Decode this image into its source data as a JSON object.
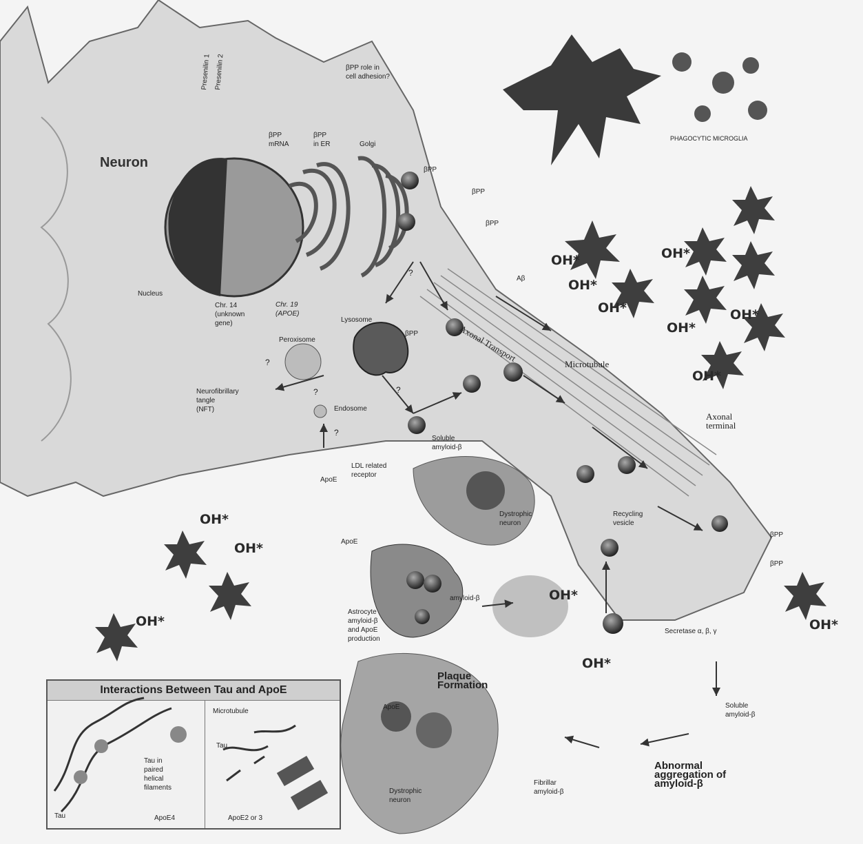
{
  "neuron": {
    "title": "Neuron",
    "nucleus": "Nucleus",
    "presenilin1": "Presenilin 1",
    "presenilin2": "Presenilin 2",
    "chr14": "Chr. 14\n(unknown\ngene)",
    "chr19": "Chr. 19\n(APOE)",
    "bpp_mrna": "βPP\nmRNA",
    "bpp_er": "βPP\nin ER",
    "golgi": "Golgi",
    "bpp": "βPP",
    "bpp_adhesion": "βPP role in\ncell adhesion?",
    "lysosome": "Lysosome",
    "peroxisome": "Peroxisome",
    "endosome": "Endosome",
    "nft": "Neurofibrillary\ntangle\n(NFT)",
    "question": "?",
    "ab": "Aβ",
    "apoe": "ApoE",
    "ldl": "LDL related\nreceptor",
    "soluble_ab": "Soluble\namyloid-β",
    "axonal_transport": "Axonal Transport",
    "microtubule": "Microtubule",
    "axonal_terminal": "Axonal\nterminal",
    "dystrophic_neuron": "Dystrophic\nneuron",
    "recycling_vesicle": "Recycling\nvesicle",
    "secretase": "Secretase α, β, γ",
    "astrocyte": "Astrocyte\namyloid-β\nand ApoE\nproduction",
    "amyloid_b": "amyloid-β",
    "plaque": "Plaque\nFormation",
    "fibrillar": "Fibrillar\namyloid-β",
    "abnormal": "Abnormal\naggregation of\namyloid-β",
    "microglia": "PHAGOCYTIC MICROGLIA",
    "oh": "OH*"
  },
  "inset": {
    "title": "Interactions Between Tau and ApoE",
    "tau_phf": "Tau in\npaired\nhelical\nfilaments",
    "tau": "Tau",
    "apoe4": "ApoE4",
    "microtubule": "Microtubule",
    "apoe23": "ApoE2 or 3"
  },
  "colors": {
    "ink": "#222222",
    "cell": "#d6d6d6",
    "dark": "#3a3a3a",
    "bg": "#f4f4f4"
  }
}
